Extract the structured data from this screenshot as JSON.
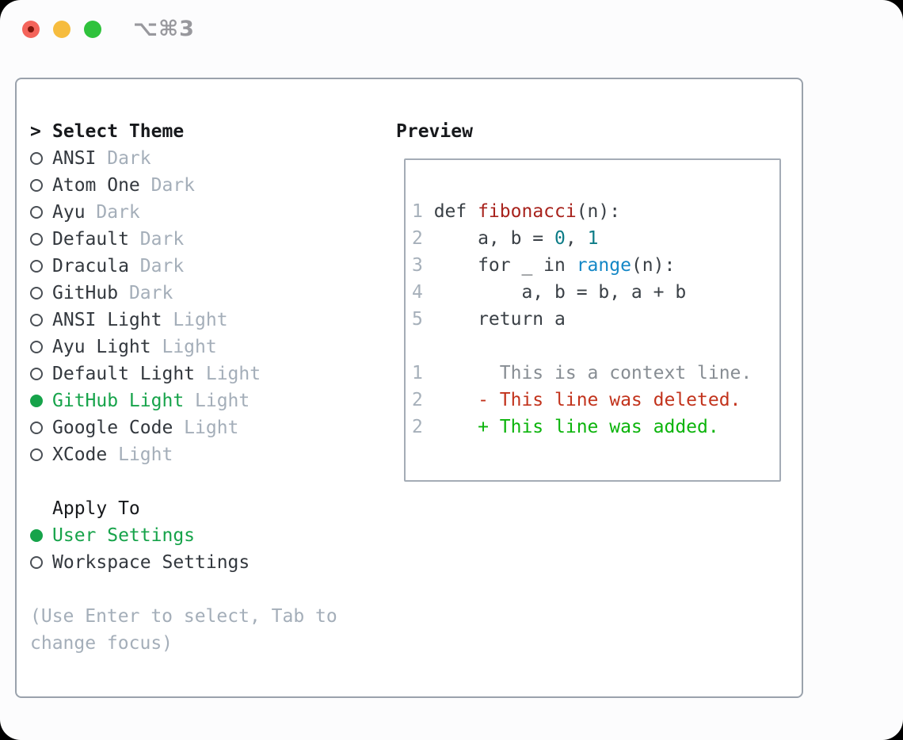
{
  "window": {
    "title": "⌥⌘3",
    "traffic_lights": [
      {
        "name": "close",
        "color_key": "tl_red",
        "has_dot": true
      },
      {
        "name": "minimize",
        "color_key": "tl_yellow",
        "has_dot": false
      },
      {
        "name": "zoom",
        "color_key": "tl_green",
        "has_dot": false
      }
    ]
  },
  "theme_panel": {
    "header": {
      "prefix": ">",
      "label": "Select Theme"
    },
    "themes": [
      {
        "name": "ANSI",
        "variant": "Dark",
        "selected": false
      },
      {
        "name": "Atom One",
        "variant": "Dark",
        "selected": false
      },
      {
        "name": "Ayu",
        "variant": "Dark",
        "selected": false
      },
      {
        "name": "Default",
        "variant": "Dark",
        "selected": false
      },
      {
        "name": "Dracula",
        "variant": "Dark",
        "selected": false
      },
      {
        "name": "GitHub",
        "variant": "Dark",
        "selected": false
      },
      {
        "name": "ANSI Light",
        "variant": "Light",
        "selected": false
      },
      {
        "name": "Ayu Light",
        "variant": "Light",
        "selected": false
      },
      {
        "name": "Default Light",
        "variant": "Light",
        "selected": false
      },
      {
        "name": "GitHub Light",
        "variant": "Light",
        "selected": true
      },
      {
        "name": "Google Code",
        "variant": "Light",
        "selected": false
      },
      {
        "name": "XCode",
        "variant": "Light",
        "selected": false
      }
    ],
    "apply_to": {
      "label": "Apply To",
      "options": [
        {
          "name": "User Settings",
          "selected": true
        },
        {
          "name": "Workspace Settings",
          "selected": false
        }
      ]
    },
    "hint_lines": [
      "(Use Enter to select, Tab to",
      "change focus)"
    ]
  },
  "preview": {
    "label": "Preview",
    "lines": [
      {
        "num": "1",
        "segments": [
          {
            "t": "def ",
            "c": "plain"
          },
          {
            "t": "fibonacci",
            "c": "func"
          },
          {
            "t": "(n):",
            "c": "plain"
          }
        ]
      },
      {
        "num": "2",
        "segments": [
          {
            "t": "    a, b = ",
            "c": "plain"
          },
          {
            "t": "0",
            "c": "number"
          },
          {
            "t": ", ",
            "c": "plain"
          },
          {
            "t": "1",
            "c": "number"
          }
        ]
      },
      {
        "num": "3",
        "segments": [
          {
            "t": "    for _ in ",
            "c": "plain"
          },
          {
            "t": "range",
            "c": "builtin"
          },
          {
            "t": "(n):",
            "c": "plain"
          }
        ]
      },
      {
        "num": "4",
        "segments": [
          {
            "t": "        a, b = b, a + b",
            "c": "plain"
          }
        ]
      },
      {
        "num": "5",
        "segments": [
          {
            "t": "    return a",
            "c": "plain"
          }
        ]
      },
      {
        "num": "",
        "segments": []
      },
      {
        "num": "1",
        "segments": [
          {
            "t": "      This is a context line.",
            "c": "context"
          }
        ]
      },
      {
        "num": "2",
        "segments": [
          {
            "t": "    - This line was deleted.",
            "c": "deleted"
          }
        ]
      },
      {
        "num": "2",
        "segments": [
          {
            "t": "    + This line was added.",
            "c": "added"
          }
        ]
      }
    ]
  },
  "colors": {
    "accent_green": "#16a34a",
    "tl_red": "#f4645b",
    "tl_red_dot": "#7e150b",
    "tl_yellow": "#f6bc3e",
    "tl_green": "#2fc23c",
    "title_gray": "#98989d",
    "text_dark": "#33383e",
    "text_black": "#17191c",
    "muted": "#a4aeb9",
    "border_panel": "#9aa2ac",
    "border_box": "#a4acb6",
    "ln": "#a6b0ba",
    "code_plain": "#3a4046",
    "code_func": "#a8231d",
    "code_number": "#0d7c87",
    "code_builtin": "#1487c6",
    "diff_context": "#878d93",
    "diff_deleted": "#c2331c",
    "diff_added": "#0cb40c"
  }
}
